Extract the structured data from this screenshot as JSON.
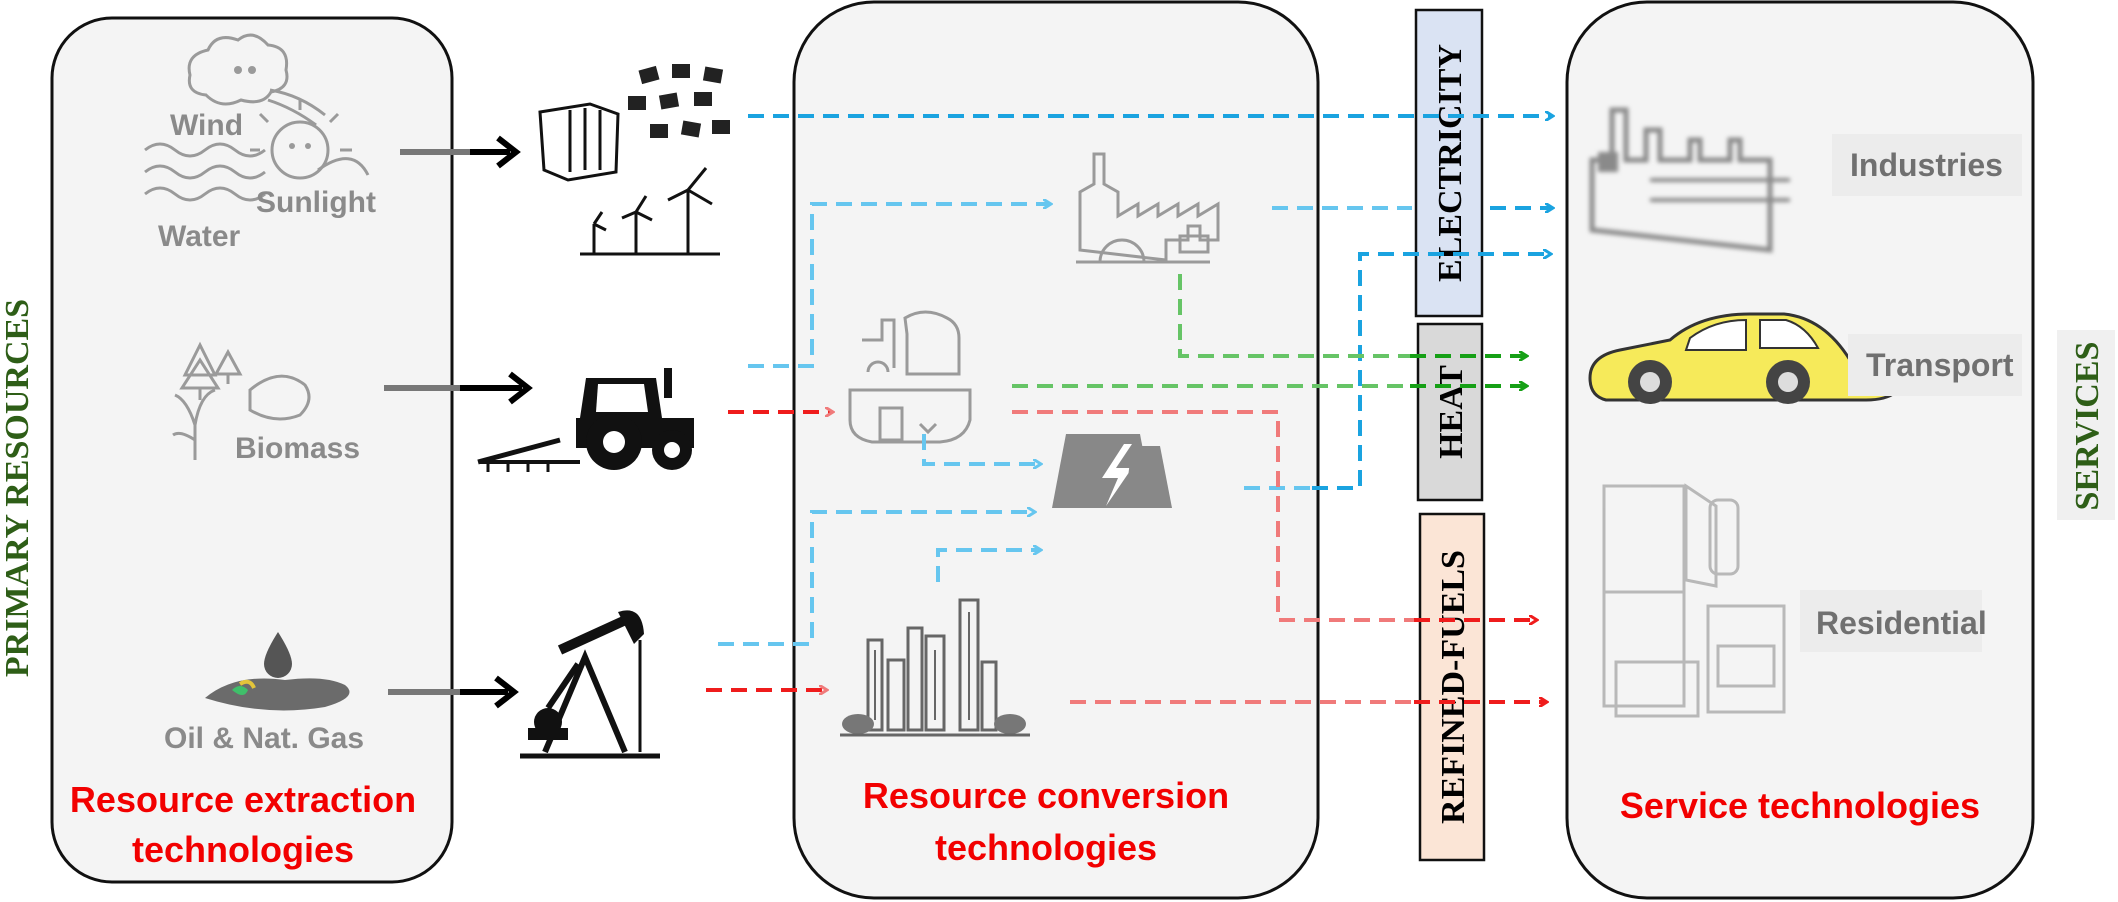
{
  "side_labels": {
    "left": "PRIMARY RESOURCES",
    "right": "SERVICES"
  },
  "resources": {
    "wind": "Wind",
    "sunlight": "Sunlight",
    "water": "Water",
    "biomass": "Biomass",
    "oil_gas": "Oil & Nat. Gas"
  },
  "panels": {
    "extraction": [
      "Resource extraction",
      "technologies"
    ],
    "conversion": [
      "Resource conversion",
      "technologies"
    ],
    "service": "Service technologies"
  },
  "carriers": {
    "electricity": "ELECTRICITY",
    "heat": "HEAT",
    "fuels": "REFINED-FUELS"
  },
  "carrier_colors": {
    "electricity": "#dae3f3",
    "heat": "#d9d9d9",
    "fuels": "#fbe5d6"
  },
  "services": {
    "industries": "Industries",
    "transport": "Transport",
    "residential": "Residential"
  },
  "flow_colors": {
    "electricity": "#1aa3e0",
    "heat": "#16a016",
    "fuels": "#ef1c1c"
  }
}
